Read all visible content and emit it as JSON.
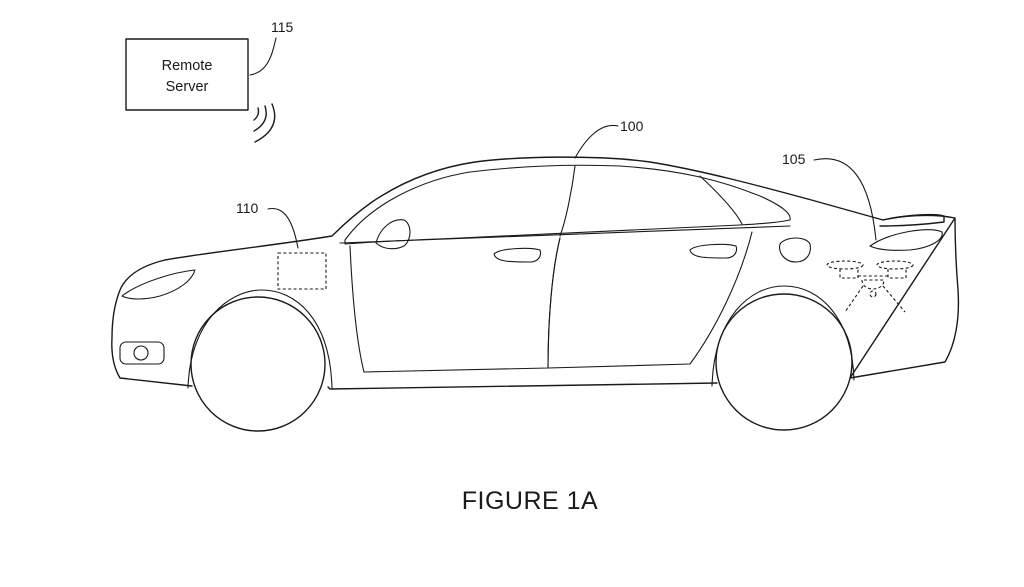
{
  "remote_server": {
    "ref": "115",
    "label_line1": "Remote",
    "label_line2": "Server",
    "icon": "wireless-signal-icon"
  },
  "vehicle": {
    "ref": "100"
  },
  "computer": {
    "ref": "110"
  },
  "drone": {
    "ref": "105",
    "icon": "quadcopter-drone-icon"
  },
  "caption": "FIGURE 1A"
}
